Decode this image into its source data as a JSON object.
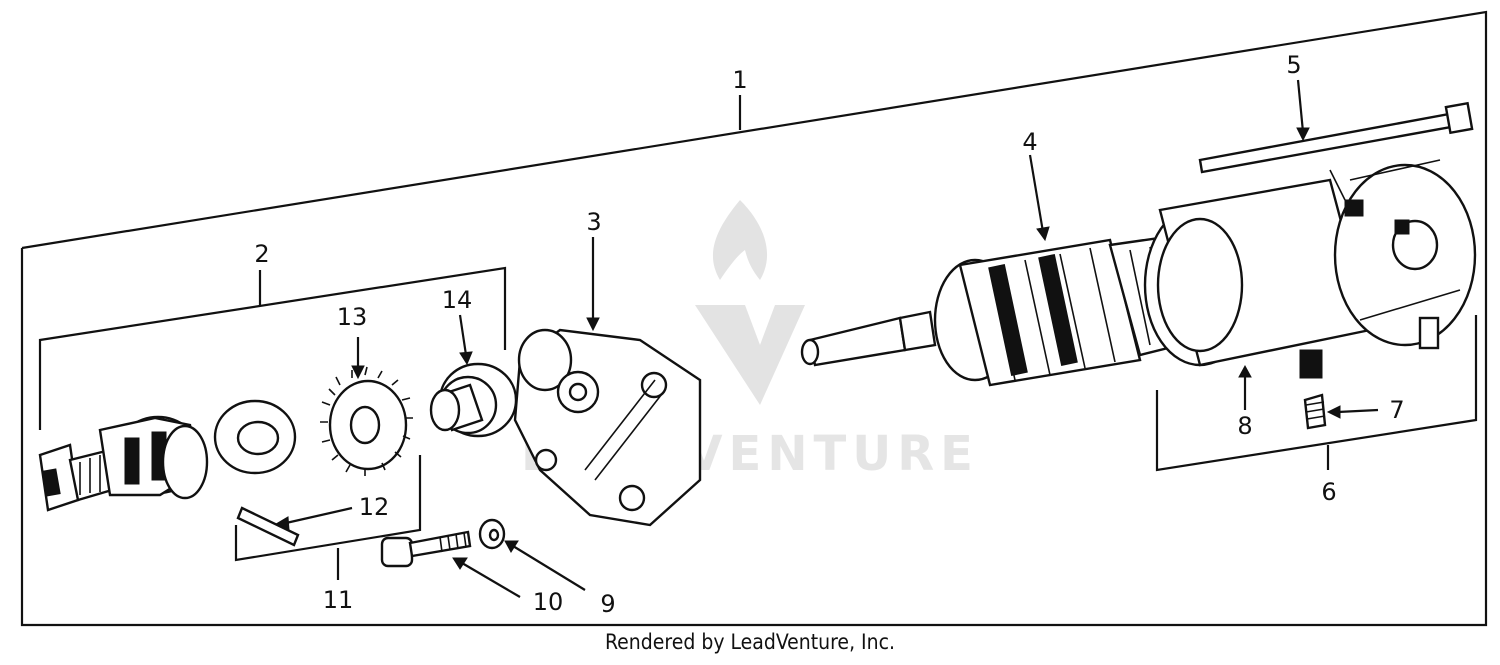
{
  "callouts": {
    "c1": "1",
    "c2": "2",
    "c3": "3",
    "c4": "4",
    "c5": "5",
    "c6": "6",
    "c7": "7",
    "c8": "8",
    "c9": "9",
    "c10": "10",
    "c11": "11",
    "c12": "12",
    "c13": "13",
    "c14": "14"
  },
  "watermark": {
    "text": "LEADVENTURE",
    "icon": "leadventure-logo-icon"
  },
  "footer": {
    "credit": "Rendered by LeadVenture, Inc."
  },
  "colors": {
    "ink": "#111111",
    "background": "#ffffff",
    "watermark": "#e3e3e3"
  }
}
